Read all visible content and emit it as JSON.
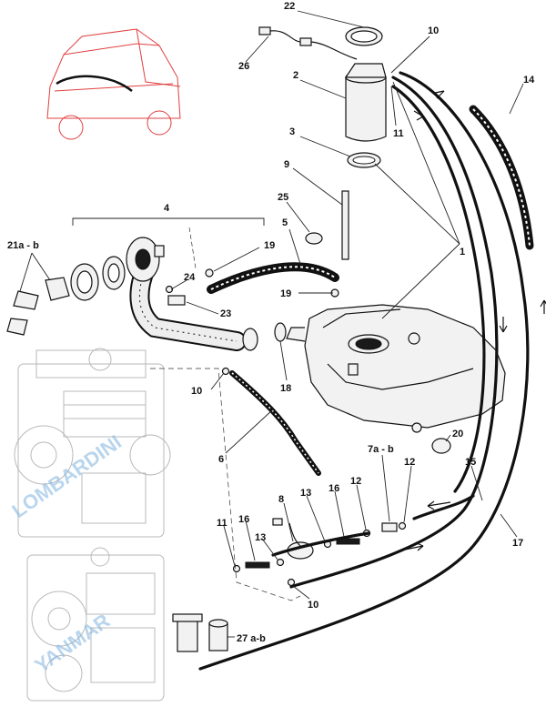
{
  "labels": {
    "l22": "22",
    "l10a": "10",
    "l26": "26",
    "l2": "2",
    "l14": "14",
    "l11a": "11",
    "l3": "3",
    "l9": "9",
    "l1": "1",
    "l4": "4",
    "l25": "25",
    "l21": "21a - b",
    "l5": "5",
    "l19a": "19",
    "l24": "24",
    "l19b": "19",
    "l23": "23",
    "l10b": "10",
    "l18": "18",
    "l20": "20",
    "l6": "6",
    "l7": "7a - b",
    "l12a": "12",
    "l15": "15",
    "l8": "8",
    "l13a": "13",
    "l16a": "16",
    "l12b": "12",
    "l11b": "11",
    "l16b": "16",
    "l13b": "13",
    "l17": "17",
    "l10c": "10",
    "l27": "27 a-b"
  },
  "watermarks": {
    "w1": "LOMBARDINI",
    "w2": "YANMAR"
  },
  "colors": {
    "car_outline": "#e04040",
    "watermark": "#7fb4e0",
    "ink": "#111111"
  }
}
